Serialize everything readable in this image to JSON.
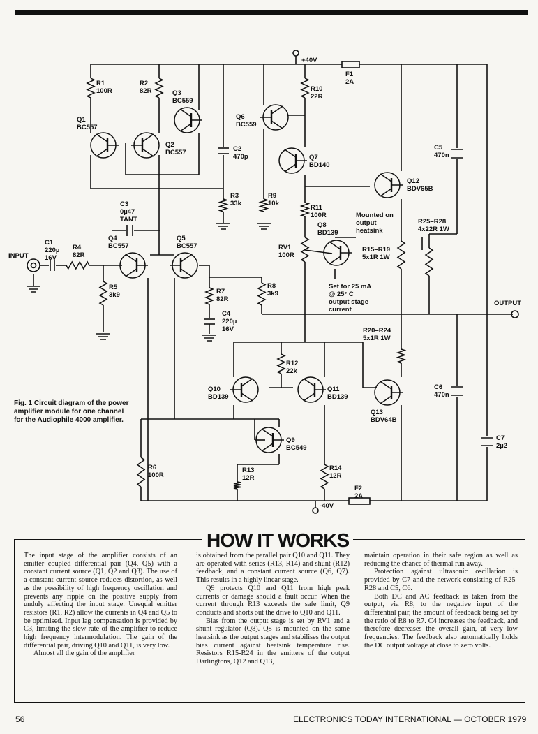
{
  "figure": {
    "caption": "Fig. 1 Circuit diagram of the power amplifier module for one channel for the Audiophile 4000 amplifier.",
    "rails": {
      "positive": "+40V",
      "negative": "-40V"
    },
    "terminals": {
      "input": "INPUT",
      "output": "OUTPUT"
    },
    "components": {
      "R1": [
        "R1",
        "100R"
      ],
      "R2": [
        "R2",
        "82R"
      ],
      "R3": [
        "R3",
        "33k"
      ],
      "R4": [
        "R4",
        "82R"
      ],
      "R5": [
        "R5",
        "3k9"
      ],
      "R6": [
        "R6",
        "100R"
      ],
      "R7": [
        "R7",
        "82R"
      ],
      "R8": [
        "R8",
        "3k9"
      ],
      "R9": [
        "R9",
        "10k"
      ],
      "R10": [
        "R10",
        "22R"
      ],
      "R11": [
        "R11",
        "100R"
      ],
      "R12": [
        "R12",
        "22k"
      ],
      "R13": [
        "R13",
        "12R"
      ],
      "R14": [
        "R14",
        "12R"
      ],
      "R15": [
        "R15–R19",
        "5x1R 1W"
      ],
      "R20": [
        "R20–R24",
        "5x1R 1W"
      ],
      "R25": [
        "R25–R28",
        "4x22R 1W"
      ],
      "RV1": [
        "RV1",
        "100R"
      ],
      "C1": [
        "C1",
        "220µ",
        "16V"
      ],
      "C2": [
        "C2",
        "470p"
      ],
      "C3": [
        "C3",
        "0µ47",
        "TANT"
      ],
      "C4": [
        "C4",
        "220µ",
        "16V"
      ],
      "C5": [
        "C5",
        "470n"
      ],
      "C6": [
        "C6",
        "470n"
      ],
      "C7": [
        "C7",
        "2µ2"
      ],
      "F1": [
        "F1",
        "2A"
      ],
      "F2": [
        "F2",
        "2A"
      ],
      "Q1": [
        "Q1",
        "BC557"
      ],
      "Q2": [
        "Q2",
        "BC557"
      ],
      "Q3": [
        "Q3",
        "BC559"
      ],
      "Q4": [
        "Q4",
        "BC557"
      ],
      "Q5": [
        "Q5",
        "BC557"
      ],
      "Q6": [
        "Q6",
        "BC559"
      ],
      "Q7": [
        "Q7",
        "BD140"
      ],
      "Q8": [
        "Q8",
        "BD139"
      ],
      "Q9": [
        "Q9",
        "BC549"
      ],
      "Q10": [
        "Q10",
        "BD139"
      ],
      "Q11": [
        "Q11",
        "BD139"
      ],
      "Q12": [
        "Q12",
        "BDV65B"
      ],
      "Q13": [
        "Q13",
        "BDV64B"
      ]
    },
    "notes": {
      "heatsink": [
        "Mounted on",
        "output",
        "heatsink"
      ],
      "bias": [
        "Set for 25 mA",
        "@ 25° C",
        "output stage",
        "current"
      ]
    }
  },
  "article": {
    "heading": "HOW IT WORKS",
    "col1": [
      "The input stage of the amplifier consists of an emitter coupled differential pair (Q4, Q5) with a constant current source (Q1, Q2 and Q3). The use of a constant current source reduces distortion, as well as the possibility of high frequency oscillation and prevents any ripple on the positive supply from unduly affecting the input stage. Unequal emitter resistors (R1, R2) allow the currents in Q4 and Q5 to be optimised. Input lag compensation is provided by C3, limiting the slew rate of the amplifier to reduce high frequency intermodulation. The gain of the differential pair, driving Q10 and Q11, is very low.",
      "Almost all the gain of the amplifier"
    ],
    "col2": [
      "is obtained from the parallel pair Q10 and Q11. They are operated with series (R13, R14) and shunt (R12) feedback, and a constant current source (Q6, Q7). This results in a highly linear stage.",
      "Q9 protects Q10 and Q11 from high peak currents or damage should a fault occur. When the current through R13 exceeds the safe limit, Q9 conducts and shorts out the drive to Q10 and Q11.",
      "Bias from the output stage is set by RV1 and a shunt regulator (Q8). Q8 is mounted on the same heatsink as the output stages and stabilises the output bias current against heatsink temperature rise. Resistors R15-R24 in the emitters of the output Darlingtons, Q12 and Q13,"
    ],
    "col3": [
      "maintain operation in their safe region as well as reducing the chance of thermal run away.",
      "Protection against ultrasonic oscillation is provided by C7 and the network consisting of R25-R28 and C5, C6.",
      "Both DC and AC feedback is taken from the output, via R8, to the negative input of the differential pair, the amount of feedback being set by the ratio of R8 to R7. C4 increases the feedback, and therefore decreases the overall gain, at very low frequencies. The feedback also automatically holds the DC output voltage at close to zero volts."
    ]
  },
  "footer": {
    "page": "56",
    "magazine": "ELECTRONICS TODAY INTERNATIONAL — OCTOBER 1979"
  }
}
